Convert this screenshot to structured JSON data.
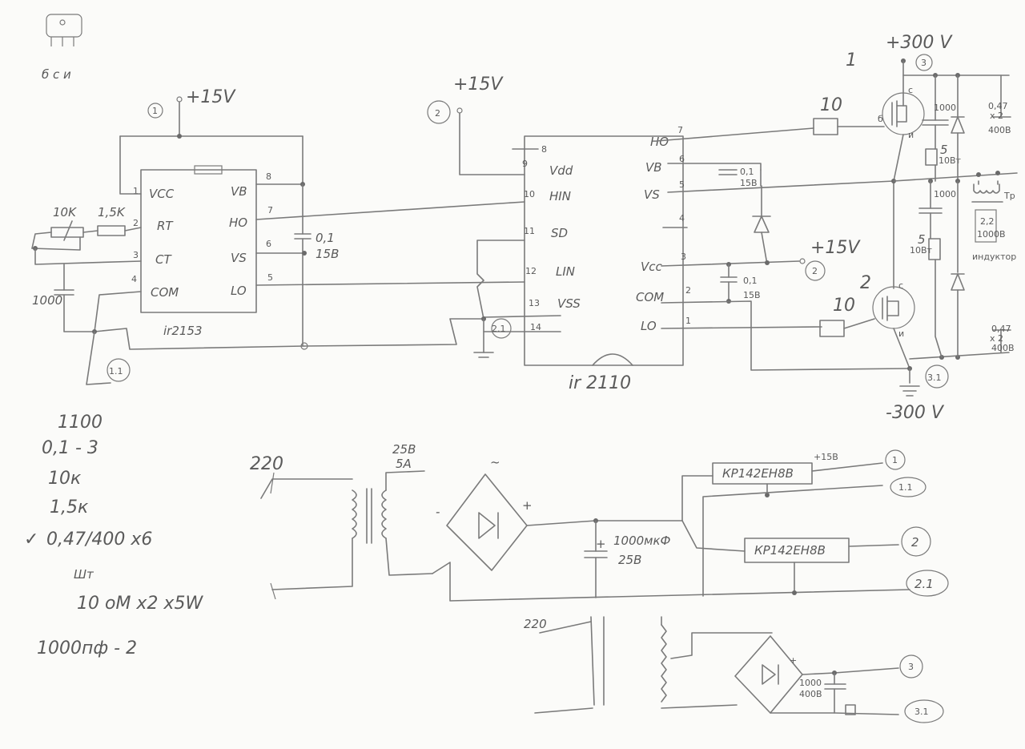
{
  "corner_note": "б с и",
  "sheet_number": "1",
  "ir2153": {
    "name": "ir2153",
    "supply": "+15V",
    "node_in": "1",
    "node_gnd": "1.1",
    "pins": [
      {
        "num": "1",
        "name": "VCC"
      },
      {
        "num": "2",
        "name": "RT"
      },
      {
        "num": "3",
        "name": "CT"
      },
      {
        "num": "4",
        "name": "COM"
      },
      {
        "num": "8",
        "name": "VB"
      },
      {
        "num": "7",
        "name": "HO"
      },
      {
        "num": "6",
        "name": "VS"
      },
      {
        "num": "5",
        "name": "LO"
      }
    ],
    "r1": "10K",
    "r2": "1,5K",
    "c_ct": "1000",
    "c_boot": "0,1",
    "c_boot_v": "15B"
  },
  "ir2110": {
    "name": "ir 2110",
    "supply": "+15V",
    "node_in": "2",
    "node_gnd": "2.1",
    "pins_left": [
      {
        "num": "8",
        "name": ""
      },
      {
        "num": "9",
        "name": "Vdd"
      },
      {
        "num": "10",
        "name": "HIN"
      },
      {
        "num": "11",
        "name": "SD"
      },
      {
        "num": "12",
        "name": "LIN"
      },
      {
        "num": "13",
        "name": "VSS"
      },
      {
        "num": "14",
        "name": ""
      }
    ],
    "pins_right": [
      {
        "num": "7",
        "name": "HO"
      },
      {
        "num": "6",
        "name": "VB"
      },
      {
        "num": "5",
        "name": "VS"
      },
      {
        "num": "4",
        "name": ""
      },
      {
        "num": "3",
        "name": "Vcc"
      },
      {
        "num": "2",
        "name": "COM"
      },
      {
        "num": "1",
        "name": "LO"
      }
    ],
    "c_boot": "0,1",
    "c_boot_v": "15B",
    "c_vcc": "0,1",
    "c_vcc_v": "15B",
    "vcc_supply": "+15V",
    "vcc_node": "2",
    "vcc_node_label": "2"
  },
  "bridge": {
    "top_rail": "+300 V",
    "bottom_rail": "-300 V",
    "node_top": "3",
    "node_bottom": "3.1",
    "r_gate_hi": "10",
    "r_gate_lo": "10",
    "snub_c_top": "1000",
    "snub_r_top": "5",
    "snub_r_top_w": "10Вт",
    "snub_c_bot": "1000",
    "snub_r_bot": "5",
    "snub_r_bot_w": "10Вт",
    "cap_top": "0,47",
    "cap_top_mult": "x 2",
    "cap_top_v": "400В",
    "cap_bot": "0,47",
    "cap_bot_mult": "x 2",
    "cap_bot_v": "400В",
    "tr_label": "Тр",
    "res_c": "2,2",
    "res_c_v": "1000В",
    "inductor": "индуктор",
    "mos_c": "с",
    "mos_g": "б",
    "mos_s": "и"
  },
  "parts_list": [
    "1100",
    "0,1 - 3",
    "10к",
    "1,5к",
    "0,47/400 x6",
    "10 оМ x2 x5W",
    "1000пф - 2"
  ],
  "parts_scribble": "Шт",
  "check_mark": "✓",
  "psu": {
    "mains": "220",
    "sec_v": "25B",
    "sec_a": "5A",
    "ac_symbol": "~",
    "plus": "+",
    "minus": "-",
    "filter_c": "1000мкФ",
    "filter_v": "25В",
    "reg1": "КР142ЕН8В",
    "reg1_out": "+15В",
    "reg2": "КР142ЕН8В",
    "out1": "1",
    "out11": "1.1",
    "out2": "2",
    "out21": "2.1"
  },
  "hv": {
    "mains": "220",
    "c": "1000",
    "c_v": "400В",
    "out3": "3",
    "out31": "3.1"
  }
}
